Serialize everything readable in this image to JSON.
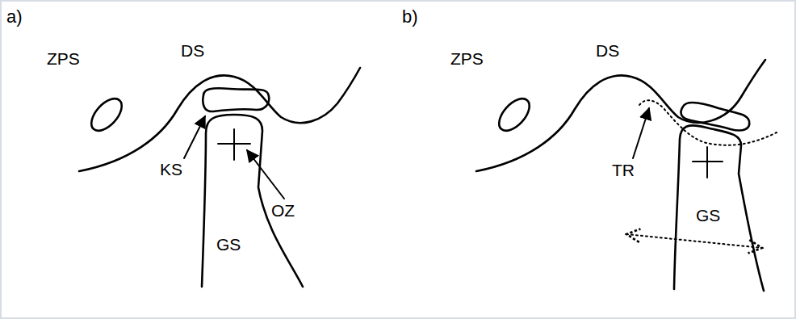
{
  "diagram": {
    "labels": [
      "a)",
      "ZPS",
      "DS",
      "KS",
      "OZ",
      "GS",
      "b)",
      "ZPS",
      "DS",
      "TR",
      "GS"
    ]
  }
}
